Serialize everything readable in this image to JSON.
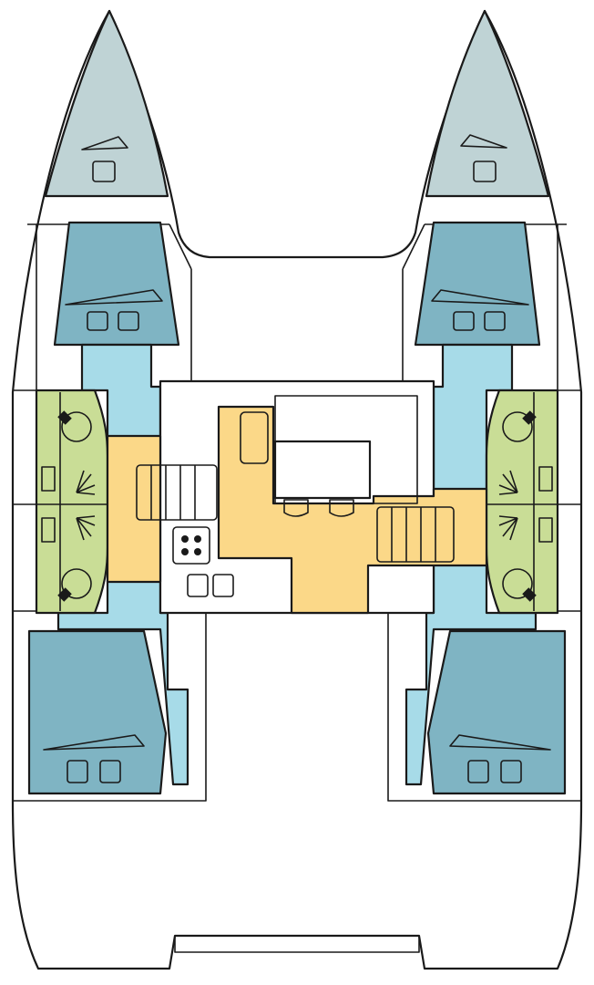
{
  "diagram": {
    "type": "catamaran-deck-layout",
    "hulls": [
      "port",
      "starboard"
    ],
    "cabins": [
      "front-left",
      "front-right",
      "aft-left",
      "aft-right"
    ],
    "heads": [
      "left",
      "right"
    ],
    "colors": {
      "bow": "#bfd3d5",
      "cabin": "#7fb4c3",
      "corridor": "#a7dbe8",
      "head": "#c9dd96",
      "saloon": "#fbd888",
      "outline": "#1a1a1a",
      "background": "#ffffff"
    }
  }
}
